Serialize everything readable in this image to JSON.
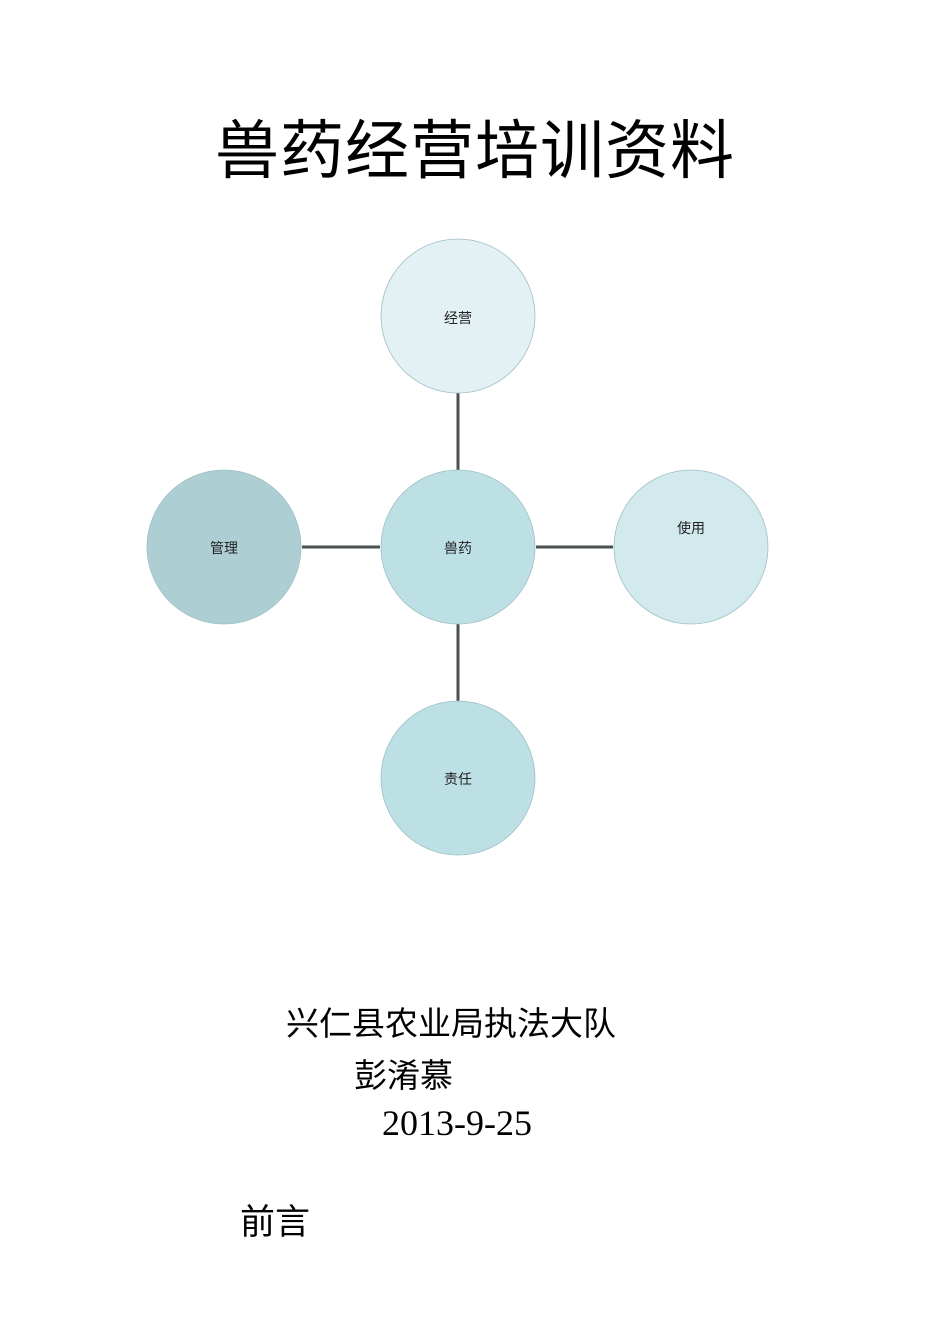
{
  "document": {
    "title": "兽药经营培训资料",
    "organization": "兴仁县农业局执法大队",
    "author": "彭淆慕",
    "date": "2013-9-25",
    "section_heading": "前言"
  },
  "diagram": {
    "center": {
      "label": "兽药",
      "color": "#bde0e5"
    },
    "nodes": [
      {
        "id": "top",
        "label": "经营",
        "color": "#e3f1f4"
      },
      {
        "id": "right",
        "label": "使用",
        "color": "#d2eaee"
      },
      {
        "id": "bottom",
        "label": "责任",
        "color": "#bde0e5"
      },
      {
        "id": "left",
        "label": "管理",
        "color": "#adcfd3"
      }
    ],
    "connector_color": "#4a5153",
    "node_border_color": "#9fbfc4"
  }
}
